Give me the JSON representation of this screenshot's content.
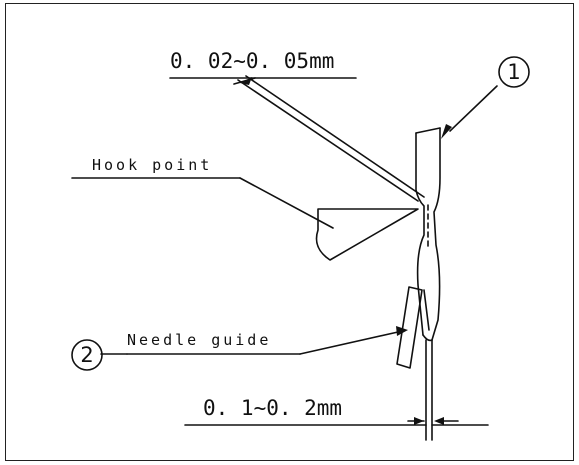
{
  "dimensions": {
    "gap_top": "0. 02~0. 05mm",
    "gap_bottom": "0. 1~0. 2mm"
  },
  "labels": {
    "hook_point": "Hook point",
    "needle_guide": "Needle guide"
  },
  "callouts": {
    "part_1": "1",
    "part_2": "2"
  },
  "colors": {
    "ink": "#111111",
    "background": "#ffffff"
  }
}
